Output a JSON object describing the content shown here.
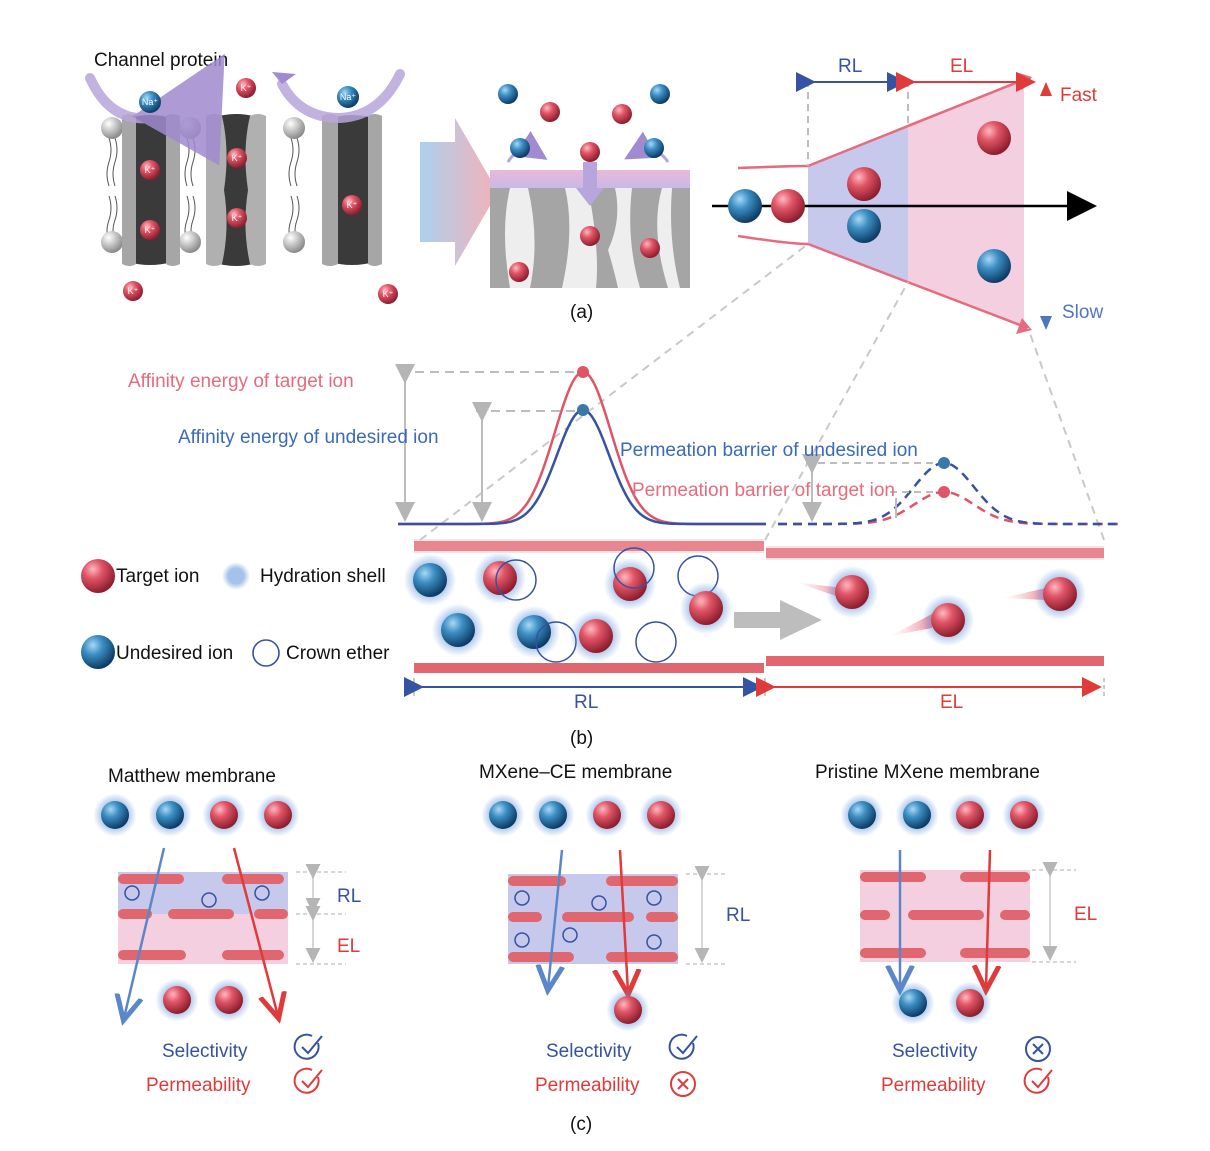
{
  "panel_a": {
    "channel_protein_label": "Channel protein",
    "ion_labels": {
      "na": "Na⁺",
      "k": "K⁺"
    },
    "rl_label": "RL",
    "el_label": "EL",
    "fast_label": "Fast",
    "slow_label": "Slow",
    "caption": "(a)"
  },
  "panel_b": {
    "affinity_target": "Affinity energy of target ion",
    "affinity_undesired": "Affinity energy of undesired ion",
    "barrier_undesired": "Permeation barrier of undesired ion",
    "barrier_target": "Permeation barrier of target ion",
    "legend": {
      "target_ion": "Target ion",
      "hydration_shell": "Hydration shell",
      "undesired_ion": "Undesired ion",
      "crown_ether": "Crown ether"
    },
    "rl_label": "RL",
    "el_label": "EL",
    "caption": "(b)"
  },
  "panel_c": {
    "membranes": [
      {
        "title": "Matthew membrane",
        "layers": [
          "RL",
          "EL"
        ],
        "selectivity_label": "Selectivity",
        "selectivity": "check",
        "permeability_label": "Permeability",
        "permeability": "check"
      },
      {
        "title": "MXene–CE membrane",
        "layers": [
          "RL"
        ],
        "selectivity_label": "Selectivity",
        "selectivity": "check",
        "permeability_label": "Permeability",
        "permeability": "cross"
      },
      {
        "title": "Pristine MXene membrane",
        "layers": [
          "EL"
        ],
        "selectivity_label": "Selectivity",
        "selectivity": "cross",
        "permeability_label": "Permeability",
        "permeability": "check"
      }
    ],
    "caption": "(c)"
  },
  "colors": {
    "target_red": "#d84a5a",
    "undesired_blue": "#3a78a8",
    "rl_blue": "#3552a3",
    "el_red": "#e03a3a",
    "arrow_blue": "#5b86c8",
    "arrow_red": "#e03a3a"
  }
}
